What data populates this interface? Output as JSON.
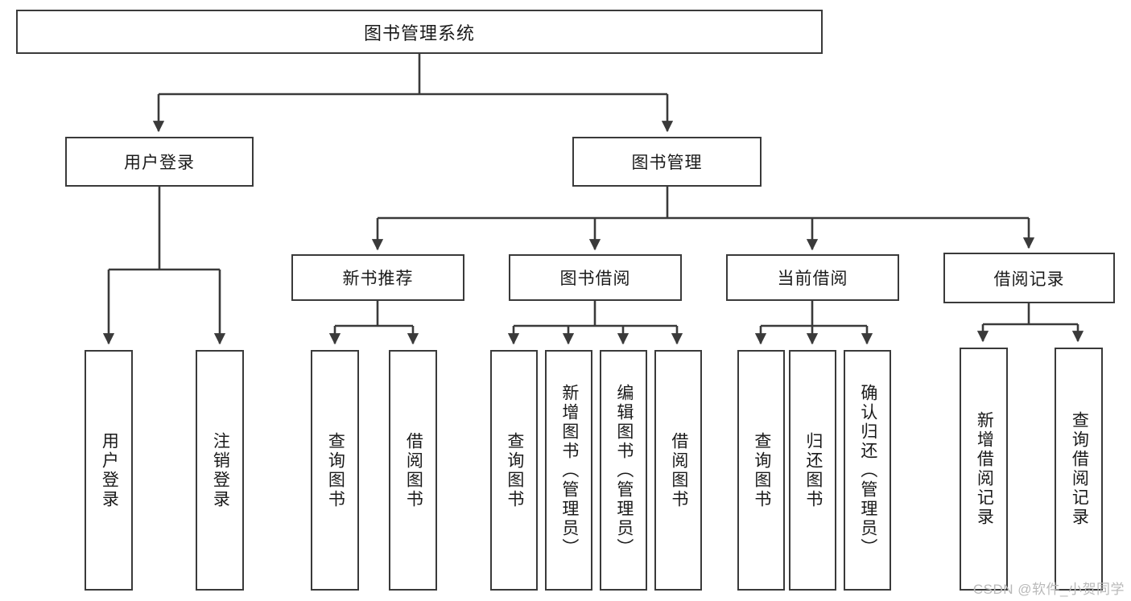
{
  "diagram": {
    "title": "图书管理系统",
    "type": "hierarchy-tree",
    "watermark": "CSDN @软件_小贺同学",
    "colors": {
      "border": "#3a3a3a",
      "background": "#ffffff",
      "text": "#1a1a1a",
      "edge": "#3a3a3a",
      "watermark": "#b9b9b9"
    },
    "levels": {
      "root": {
        "label": "图书管理系统"
      },
      "level2": [
        {
          "label": "用户登录"
        },
        {
          "label": "图书管理"
        }
      ],
      "level3": [
        {
          "label": "新书推荐"
        },
        {
          "label": "图书借阅"
        },
        {
          "label": "当前借阅"
        },
        {
          "label": "借阅记录"
        }
      ],
      "leaves": {
        "user_login": [
          {
            "label": "用户登录"
          },
          {
            "label": "注销登录"
          }
        ],
        "new_book_recommend": [
          {
            "label": "查询图书"
          },
          {
            "label": "借阅图书"
          }
        ],
        "book_borrow": [
          {
            "label": "查询图书"
          },
          {
            "label": "新增图书（管理员）"
          },
          {
            "label": "编辑图书（管理员）"
          },
          {
            "label": "借阅图书"
          }
        ],
        "current_borrow": [
          {
            "label": "查询图书"
          },
          {
            "label": "归还图书"
          },
          {
            "label": "确认归还（管理员）"
          }
        ],
        "borrow_record": [
          {
            "label": "新增借阅记录"
          },
          {
            "label": "查询借阅记录"
          }
        ]
      }
    }
  }
}
